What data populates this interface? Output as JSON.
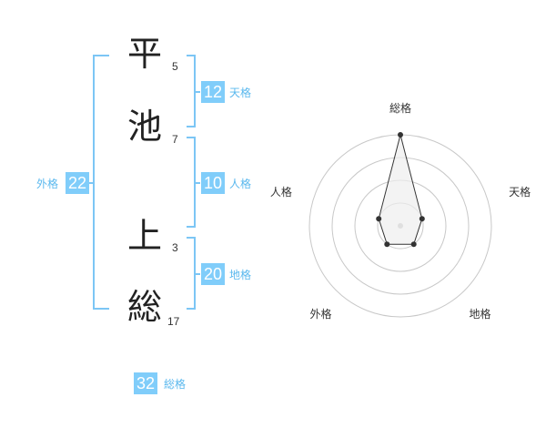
{
  "name_chars": [
    {
      "char": "平",
      "strokes": "5"
    },
    {
      "char": "池",
      "strokes": "7"
    },
    {
      "char": "上",
      "strokes": "3"
    },
    {
      "char": "総",
      "strokes": "17"
    }
  ],
  "kaku": {
    "tenkaku": {
      "label": "天格",
      "value": "12"
    },
    "jinkaku": {
      "label": "人格",
      "value": "10"
    },
    "chikaku": {
      "label": "地格",
      "value": "20"
    },
    "gaikaku": {
      "label": "外格",
      "value": "22"
    },
    "soukaku": {
      "label": "総格",
      "value": "32"
    }
  },
  "chart_data": {
    "type": "radar",
    "axes": [
      "総格",
      "天格",
      "地格",
      "外格",
      "人格"
    ],
    "values": [
      4,
      1,
      1,
      1,
      1
    ],
    "max": 4,
    "rings": 4,
    "colors": {
      "fill": "#eeeeee",
      "stroke": "#333333",
      "grid": "#c8c8c8"
    }
  }
}
